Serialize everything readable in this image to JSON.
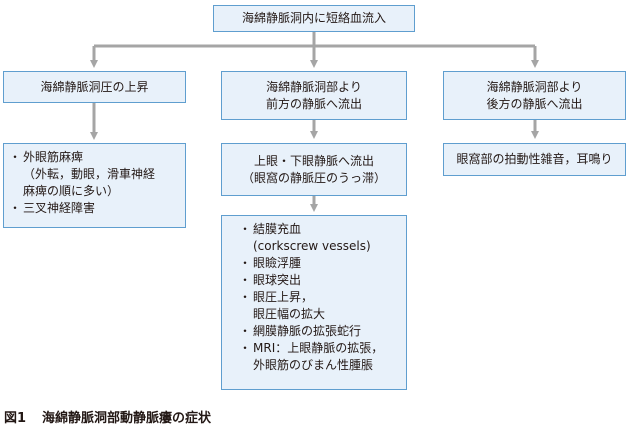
{
  "root": {
    "text": "海綿静脈洞内に短絡血流入"
  },
  "branches": [
    {
      "title": "海綿静脈洞圧の上昇"
    },
    {
      "title_lines": [
        "海綿静脈洞部より",
        "前方の静脈へ流出"
      ]
    },
    {
      "title_lines": [
        "海綿静脈洞部より",
        "後方の静脈へ流出"
      ]
    }
  ],
  "left_symptoms": [
    {
      "lines": [
        "外眼筋麻痺",
        "（外転，動眼，滑車神経",
        "麻痺の順に多い）"
      ]
    },
    {
      "lines": [
        "三叉神経障害"
      ]
    }
  ],
  "middle_outflow": {
    "lines": [
      "上眼・下眼静脈へ流出",
      "（眼窩の静脈圧のうっ滞）"
    ]
  },
  "middle_symptoms": [
    {
      "lines": [
        "結膜充血",
        "(corkscrew vessels)"
      ]
    },
    {
      "lines": [
        "眼瞼浮腫"
      ]
    },
    {
      "lines": [
        "眼球突出"
      ]
    },
    {
      "lines": [
        "眼圧上昇，",
        "眼圧幅の拡大"
      ]
    },
    {
      "lines": [
        "網膜静脈の拡張蛇行"
      ]
    },
    {
      "lines": [
        "MRI：上眼静脈の拡張，",
        "外眼筋のびまん性腫脹"
      ]
    }
  ],
  "right_symptom": {
    "text": "眼窩部の拍動性雑音，耳鳴り"
  },
  "caption": {
    "number": "図1",
    "title": "海綿静脈洞部動静脈瘻の症状"
  },
  "colors": {
    "box_fill": "#e8f1fa",
    "box_border": "#5f9ecf",
    "connector": "#a5a5a5",
    "text": "#231815"
  }
}
